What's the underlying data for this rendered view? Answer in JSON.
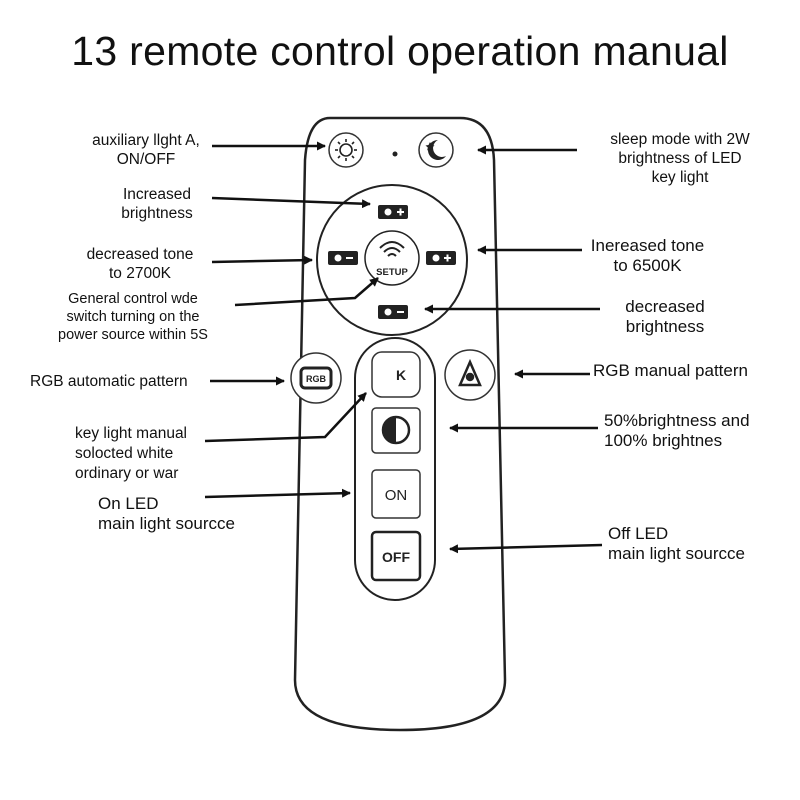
{
  "title": "13 remote control operation manual",
  "buttons": {
    "setup": "SETUP",
    "rgb": "RGB",
    "k": "K",
    "on": "ON",
    "off": "OFF"
  },
  "labels": {
    "aux_light": [
      "auxiliary llght A,",
      "ON/OFF"
    ],
    "increased_brightness": [
      "Increased",
      "brightness"
    ],
    "decreased_tone": [
      "decreased tone",
      "to 2700K"
    ],
    "general_control": [
      "General control wde",
      "switch turning on the",
      "power source within 5S"
    ],
    "rgb_auto": [
      "RGB automatic pattern"
    ],
    "key_light_manual": [
      "key light manual",
      "solocted white",
      "ordinary or war"
    ],
    "on_led": [
      "On LED",
      "main light sourcce"
    ],
    "sleep_mode": [
      "sleep mode with 2W",
      "brightness of LED",
      "key light"
    ],
    "increased_tone": [
      "Inereased tone",
      "to 6500K"
    ],
    "decreased_brightness": [
      "decreased",
      "brightness"
    ],
    "rgb_manual": [
      "RGB manual pattern"
    ],
    "brightness_50_100": [
      "50%brightness and",
      "100% brightnes"
    ],
    "off_led": [
      "Off LED",
      "main light sourcce"
    ]
  },
  "icons": [
    "sun-icon",
    "moon-star-icon",
    "brightness-up-icon",
    "brightness-down-icon",
    "tone-down-icon",
    "tone-up-icon",
    "wifi-icon",
    "recycle-icon",
    "half-circle-icon"
  ]
}
